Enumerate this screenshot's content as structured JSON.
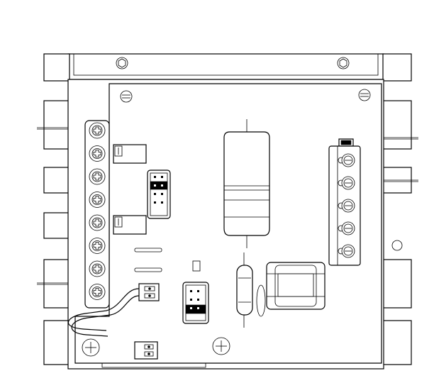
{
  "colors": {
    "stroke": "#000000",
    "background": "#ffffff",
    "jumper": "#000000"
  },
  "icons": [
    "screw-icon",
    "terminal-screw-icon",
    "pot-icon",
    "jumper-header-icon"
  ],
  "terminal_strip_left": {
    "count": 8
  },
  "terminal_strip_right": {
    "count": 5
  },
  "headers": {
    "upper_left": {
      "rows": 4,
      "jumper_row": 2
    },
    "center": {
      "rows": 3,
      "jumper_row": 3
    },
    "right_top": {
      "rows": 1,
      "jumper_row": 1
    }
  }
}
